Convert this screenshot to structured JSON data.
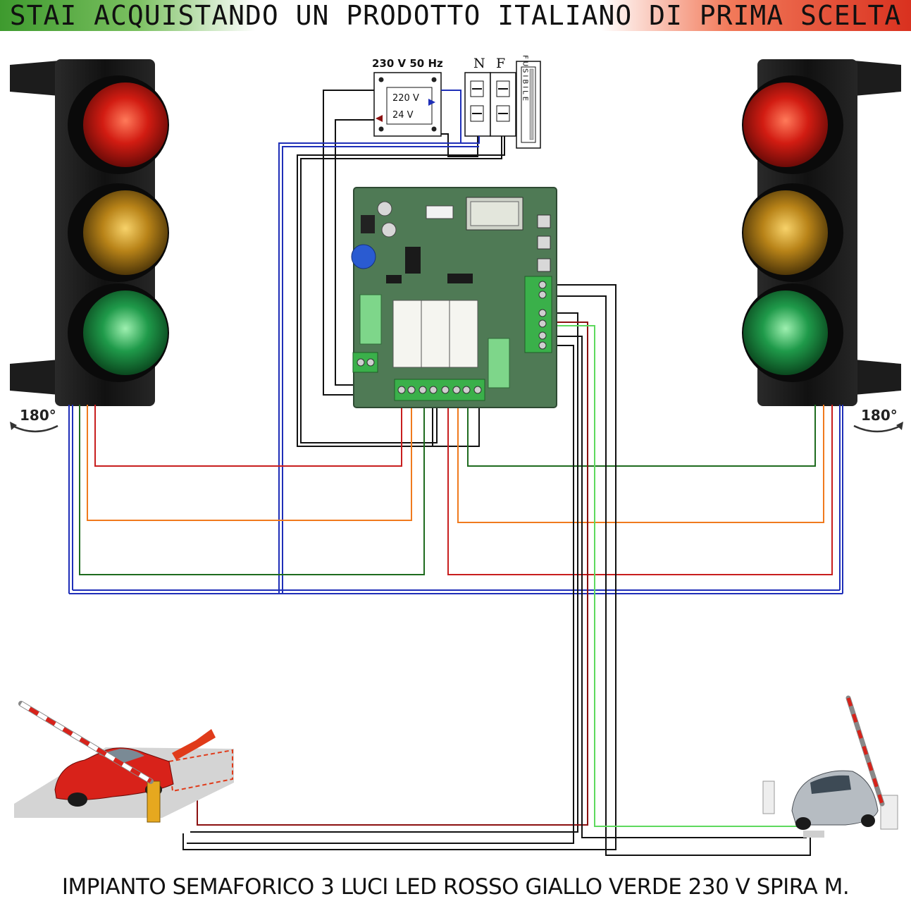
{
  "banner": {
    "text": "STAI ACQUISTANDO UN PRODOTTO ITALIANO DI PRIMA SCELTA"
  },
  "footer": {
    "text": "IMPIANTO SEMAFORICO 3 LUCI LED ROSSO GIALLO VERDE 230 V SPIRA M."
  },
  "power": {
    "supply_label": "230 V 50 Hz",
    "transformer_in": "220 V",
    "transformer_out": "24 V",
    "terminal_n": "N",
    "terminal_f": "F",
    "fuse_label": "FUSIBILE"
  },
  "rotation_label": "180°",
  "colors": {
    "red_wire": "#c81e1e",
    "orange_wire": "#f07a1e",
    "green_wire": "#1f6b1f",
    "light_green_wire": "#5ed95e",
    "blue_wire": "#1f2fb8",
    "black_wire": "#111111",
    "board": "#4f7a55"
  },
  "traffic_lights": [
    {
      "name": "left",
      "lamps": [
        "red",
        "yellow",
        "green"
      ]
    },
    {
      "name": "right",
      "lamps": [
        "red",
        "yellow",
        "green"
      ]
    }
  ]
}
